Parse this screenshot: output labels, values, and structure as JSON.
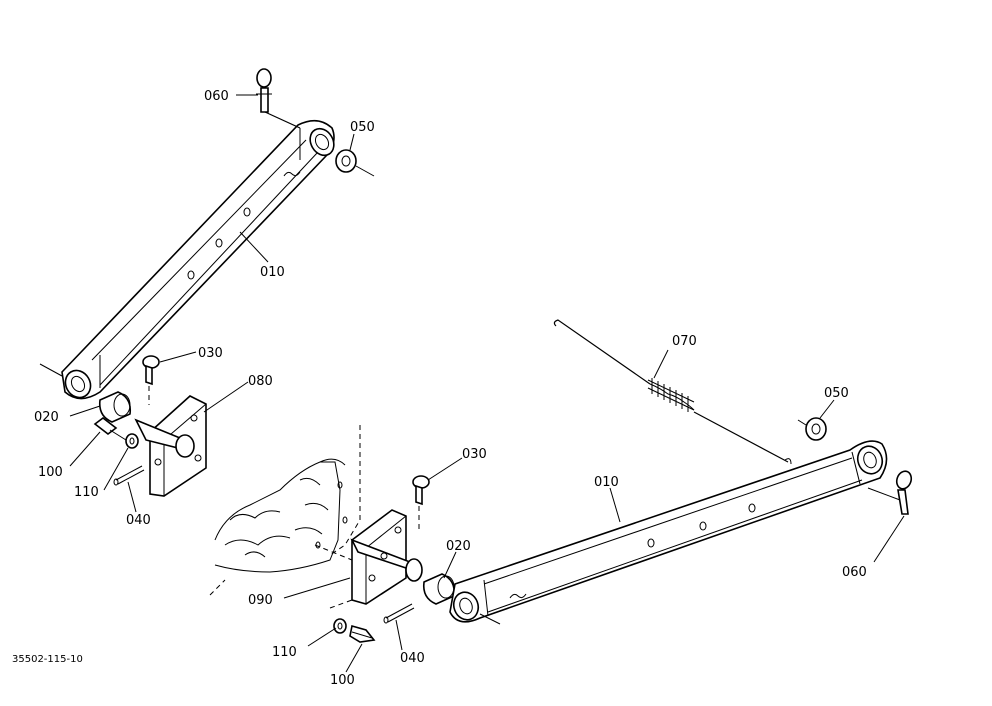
{
  "diagram": {
    "code": "35502-115-10",
    "labels": {
      "l060_top": "060",
      "l050_top": "050",
      "l010_top": "010",
      "l030_left": "030",
      "l080": "080",
      "l020_left": "020",
      "l100_left": "100",
      "l110_left": "110",
      "l040_left": "040",
      "l070": "070",
      "l050_right": "050",
      "l030_right": "030",
      "l010_right": "010",
      "l020_right": "020",
      "l060_right": "060",
      "l090": "090",
      "l110_right": "110",
      "l040_right": "040",
      "l100_right": "100"
    }
  }
}
